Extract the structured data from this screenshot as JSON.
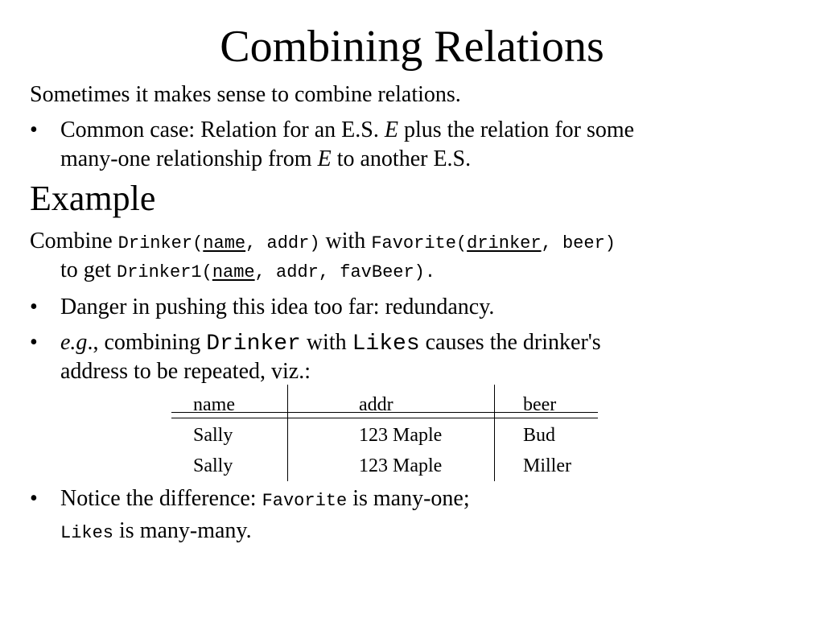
{
  "title": "Combining Relations",
  "intro": "Sometimes it makes sense to combine relations.",
  "bullet_char": "•",
  "bullet1": {
    "a": "Common case: Relation for an E.S. ",
    "e1": "E",
    "b": " plus the relation for some",
    "line2a": "many-one relationship from ",
    "e2": "E",
    "line2b": " to another E.S."
  },
  "example_heading": "Example",
  "combine": {
    "word_combine": "Combine ",
    "drinker_open": "Drinker(",
    "drinker_key": "name",
    "drinker_rest": ", addr)",
    "word_with": " with ",
    "fav_open": "Favorite(",
    "fav_key": "drinker",
    "fav_rest": ", beer)",
    "to_get": "to get ",
    "d1_open": "Drinker1(",
    "d1_key": "name",
    "d1_rest": ", addr, favBeer)."
  },
  "bullet2": "Danger in pushing this idea too far: redundancy.",
  "bullet3": {
    "eg": "e.g",
    "after_eg": "., combining ",
    "drinker": "Drinker",
    "with": " with ",
    "likes": "Likes",
    "rest": " causes the drinker's",
    "line2": "address to be repeated, viz.:"
  },
  "table": {
    "headers": [
      "name",
      "addr",
      "beer"
    ],
    "rows": [
      [
        "Sally",
        "123 Maple",
        "Bud"
      ],
      [
        "Sally",
        "123 Maple",
        "Miller"
      ]
    ]
  },
  "bullet4": {
    "a": "Notice the difference: ",
    "favorite": "Favorite",
    "b": " is many-one;",
    "likes": "Likes",
    "c": " is many-many."
  }
}
